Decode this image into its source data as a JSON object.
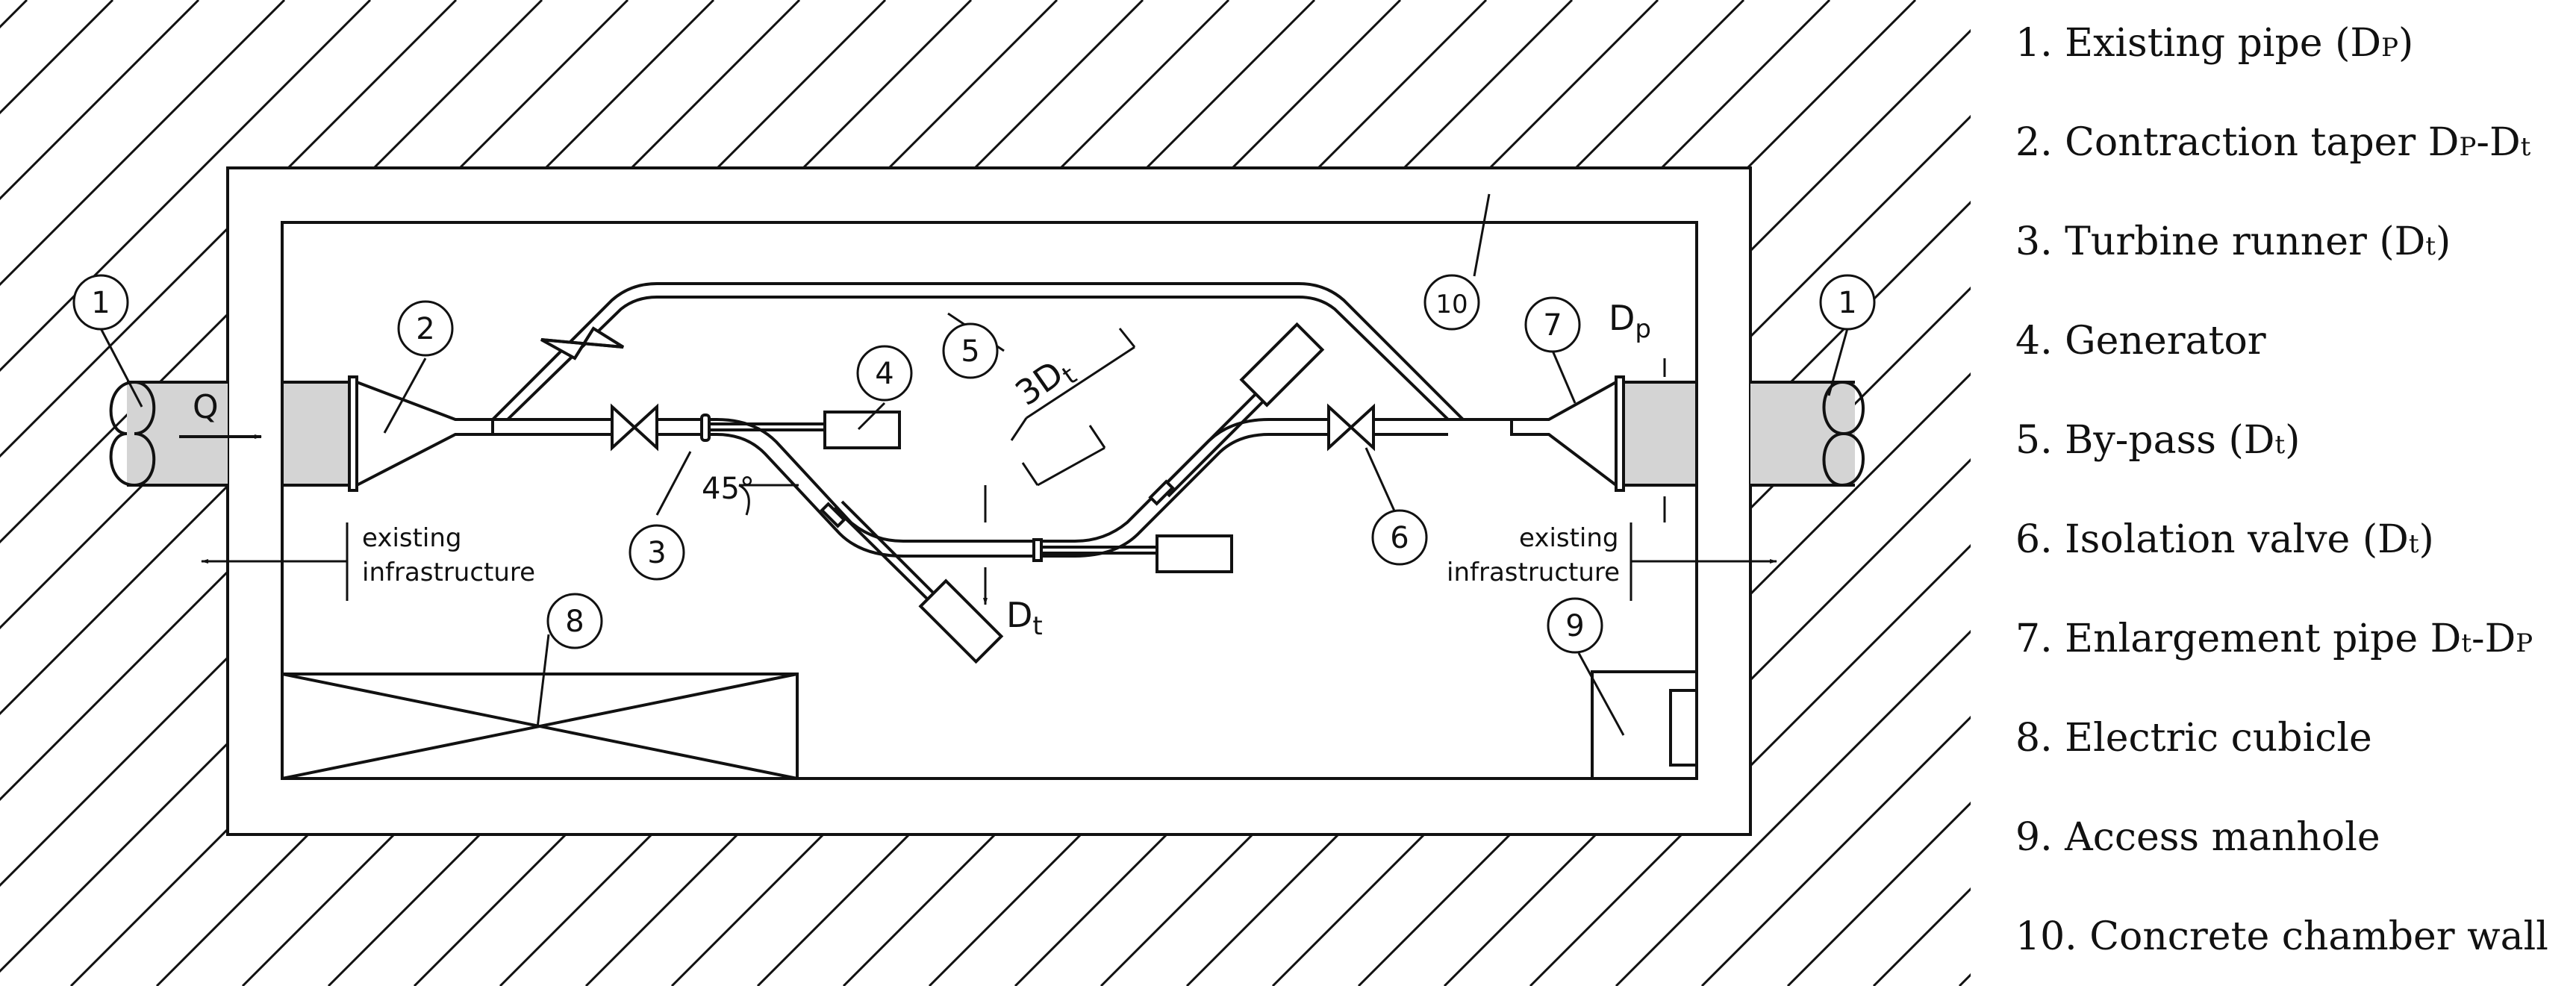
{
  "labels": {
    "flow": "Q",
    "angle": "45°",
    "spacing_main": "3D",
    "spacing_sub": "t",
    "dt_main": "D",
    "dt_sub": "t",
    "dp_main": "D",
    "dp_sub": "p",
    "existing_left_1": "existing",
    "existing_left_2": "infrastructure",
    "existing_right_1": "existing",
    "existing_right_2": "infrastructure"
  },
  "callouts": [
    "1",
    "1",
    "2",
    "3",
    "4",
    "5",
    "6",
    "7",
    "8",
    "9",
    "10"
  ],
  "legend": [
    {
      "prefix": "1. Existing pipe (D",
      "sub": "P",
      "suffix": ")"
    },
    {
      "prefix": "2. Contraction taper D",
      "sub": "P",
      "mid": "-D",
      "sub2": "t",
      "suffix": ""
    },
    {
      "prefix": "3. Turbine runner (D",
      "sub": "t",
      "suffix": ")"
    },
    {
      "prefix": "4. Generator",
      "sub": "",
      "suffix": ""
    },
    {
      "prefix": "5. By-pass (D",
      "sub": "t",
      "suffix": ")"
    },
    {
      "prefix": "6. Isolation valve (D",
      "sub": "t",
      "suffix": ")"
    },
    {
      "prefix": "7. Enlargement pipe D",
      "sub": "t",
      "mid": "-D",
      "sub2": "P",
      "suffix": ""
    },
    {
      "prefix": "8. Electric cubicle",
      "sub": "",
      "suffix": ""
    },
    {
      "prefix": "9. Access manhole",
      "sub": "",
      "suffix": ""
    },
    {
      "prefix": "10. Concrete chamber wall",
      "sub": "",
      "suffix": ""
    }
  ]
}
